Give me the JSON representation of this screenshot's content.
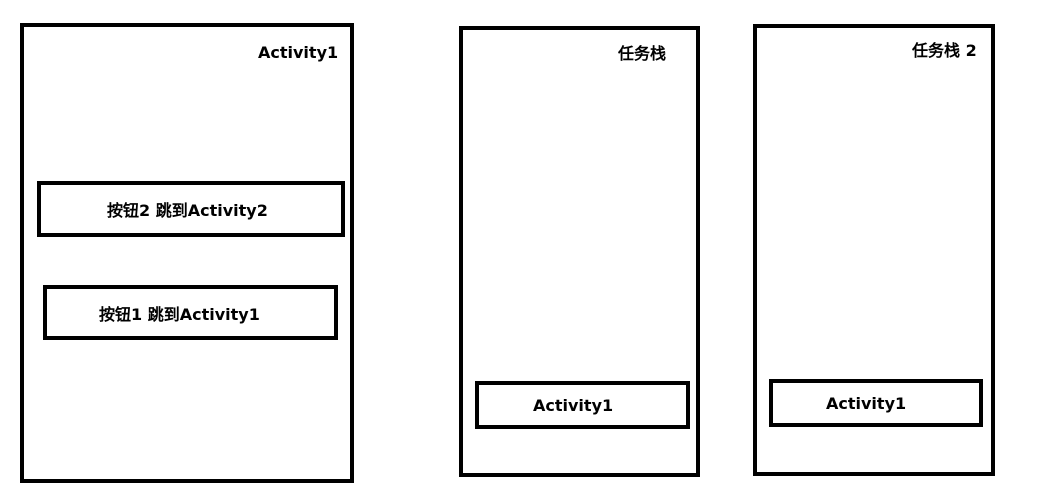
{
  "screen": {
    "title": "Activity1",
    "buttons": [
      {
        "label": "按钮2 跳到Activity2"
      },
      {
        "label": "按钮1 跳到Activity1"
      }
    ]
  },
  "stack1": {
    "title": "任务栈",
    "items": [
      "Activity1"
    ]
  },
  "stack2": {
    "title": "任务栈 2",
    "items": [
      "Activity1"
    ]
  }
}
